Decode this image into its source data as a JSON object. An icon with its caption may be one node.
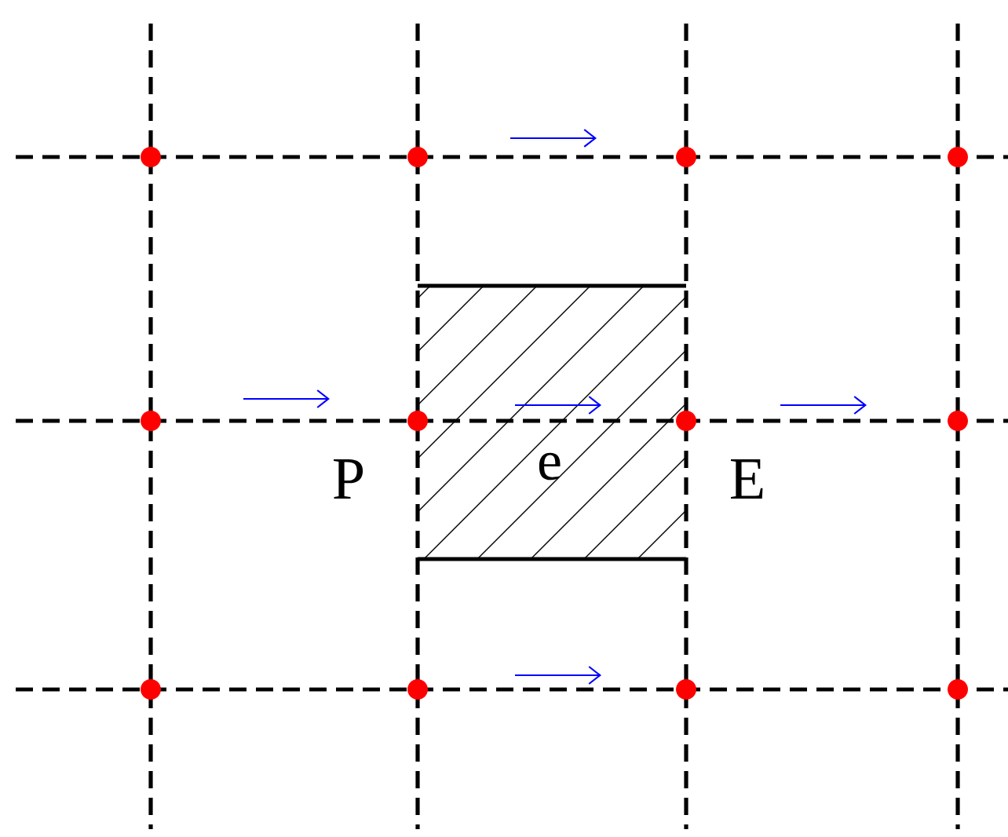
{
  "diagram": {
    "nodes": [
      {
        "text": [
          "e"
        ]
      }
    ],
    "labels": [
      "P",
      "E"
    ]
  }
}
